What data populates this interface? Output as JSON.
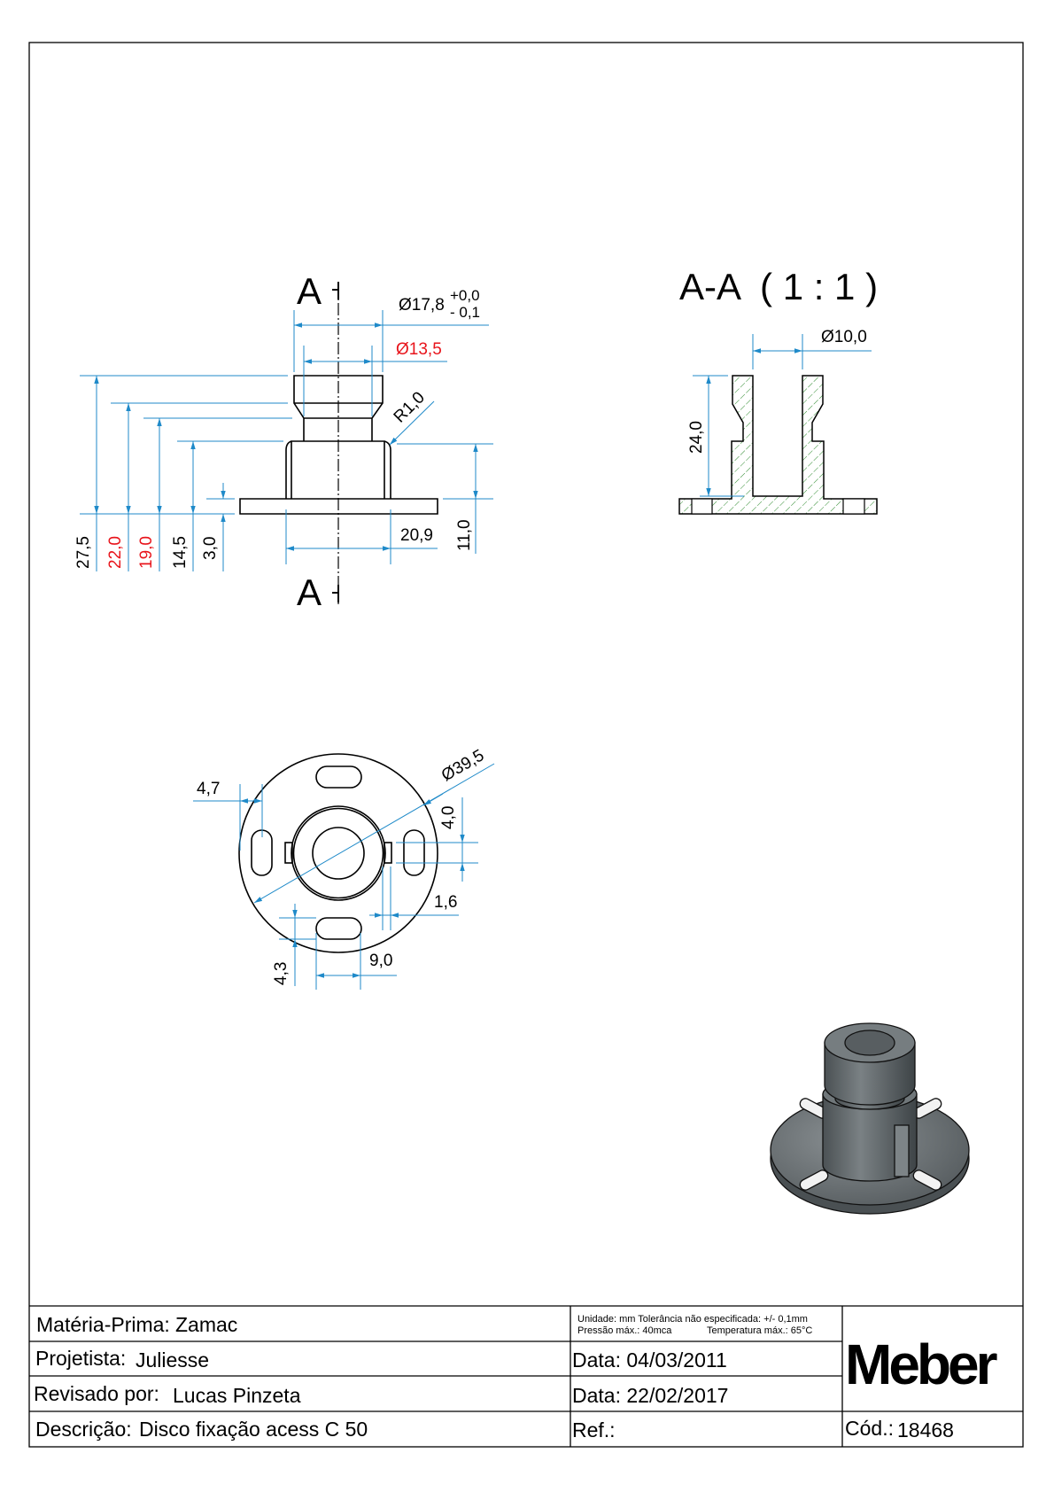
{
  "side_view": {
    "section_label_top": "A",
    "section_label_bottom": "A",
    "dim_outer_diameter": "Ø17,8",
    "tol_upper": "+0,0",
    "tol_lower": "- 0,1",
    "dim_neck_diameter": "Ø13,5",
    "dim_radius": "R1,0",
    "dim_body_height": "11,0",
    "dim_body_width": "20,9",
    "heights": [
      {
        "label": "27,5",
        "critical": false
      },
      {
        "label": "22,0",
        "critical": true
      },
      {
        "label": "19,0",
        "critical": true
      },
      {
        "label": "14,5",
        "critical": false
      },
      {
        "label": "3,0",
        "critical": false
      }
    ]
  },
  "section_view": {
    "title": "A-A  ( 1 : 1 )",
    "dim_bore": "Ø10,0",
    "dim_depth": "24,0"
  },
  "top_view": {
    "dim_diameter": "Ø39,5",
    "dim_slot_offset": "4,7",
    "dim_tab_width": "4,0",
    "dim_tab_depth": "1,6",
    "dim_slot_width": "4,3",
    "dim_slot_length": "9,0"
  },
  "title_block": {
    "material_label": "Matéria-Prima:",
    "material": "Zamac",
    "designer_label": "Projetista:",
    "designer": "Juliesse",
    "reviewer_label": "Revisado por:",
    "reviewer": "Lucas Pinzeta",
    "description_label": "Descrição:",
    "description": "Disco fixação acess C 50",
    "notes_line1": "Unidade: mm Tolerância não especificada: +/- 0,1mm",
    "notes_pressure": "Pressão máx.: 40mca",
    "notes_temperature": "Temperatura máx.: 65°C",
    "date_created": "Data: 04/03/2011",
    "date_revised": "Data: 22/02/2017",
    "ref_label": "Ref.:",
    "logo": "Meber",
    "code_label": "Cód.:",
    "code": "18468"
  },
  "colors": {
    "dimension": "#1f8ac9",
    "critical": "#e8141b",
    "hatch": "#2e8b2e"
  }
}
